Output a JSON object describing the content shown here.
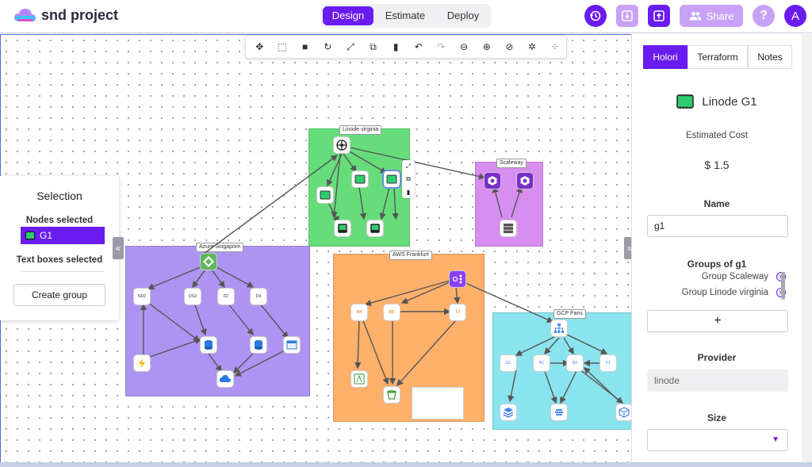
{
  "header": {
    "title": "snd project",
    "modes": [
      {
        "label": "Design",
        "active": true
      },
      {
        "label": "Estimate",
        "active": false
      },
      {
        "label": "Deploy",
        "active": false
      }
    ],
    "share_label": "Share",
    "help_label": "?",
    "avatar_initial": "A",
    "icons": {
      "history": "history-icon",
      "download": "download-icon",
      "upload": "upload-icon",
      "share": "people-icon"
    },
    "colors": {
      "accent": "#6a1bf0",
      "accent_light": "#c8a2f7"
    }
  },
  "toolbar": {
    "tools": [
      "move-icon",
      "select-area-icon",
      "save-icon",
      "refresh-icon",
      "expand-icon",
      "copy-icon",
      "delete-icon",
      "undo-icon",
      "redo-icon",
      "zoom-out-icon",
      "zoom-in-icon",
      "zoom-reset-icon",
      "settings-icon",
      "grid-icon"
    ]
  },
  "canvas": {
    "groups": [
      {
        "id": "linode",
        "label": "Linode virginia",
        "color": "#66dd7a"
      },
      {
        "id": "scaleway",
        "label": "Scaleway",
        "color": "#d88ef0"
      },
      {
        "id": "azure",
        "label": "Azure Singapore",
        "color": "#ae94f2"
      },
      {
        "id": "aws",
        "label": "AWS Frankfurt",
        "color": "#ffb06a"
      },
      {
        "id": "gcp",
        "label": "GCP Paris",
        "color": "#8ae4ee"
      }
    ],
    "azure_node_labels": [
      "ND2",
      "DS3",
      "D2",
      "D4"
    ],
    "aws_node_labels": [
      "M4",
      "M5",
      "T3"
    ],
    "gcp_node_labels": [
      "G1",
      "N1",
      "N2",
      "F1"
    ]
  },
  "selection": {
    "title": "Selection",
    "nodes_selected_label": "Nodes selected",
    "selected_node": "G1",
    "text_boxes_label": "Text boxes selected",
    "create_group_label": "Create group"
  },
  "panel": {
    "tabs": [
      {
        "label": "Holori",
        "active": true
      },
      {
        "label": "Terraform",
        "active": false
      },
      {
        "label": "Notes",
        "active": false
      }
    ],
    "node_title": "Linode G1",
    "estimated_cost_label": "Estimated Cost",
    "estimated_cost_value": "$ 1.5",
    "name_label": "Name",
    "name_value": "g1",
    "groups_label": "Groups of g1",
    "groups": [
      "Group Scaleway",
      "Group Linode virginia"
    ],
    "add_label": "+",
    "provider_label": "Provider",
    "provider_value": "linode",
    "size_label": "Size"
  }
}
